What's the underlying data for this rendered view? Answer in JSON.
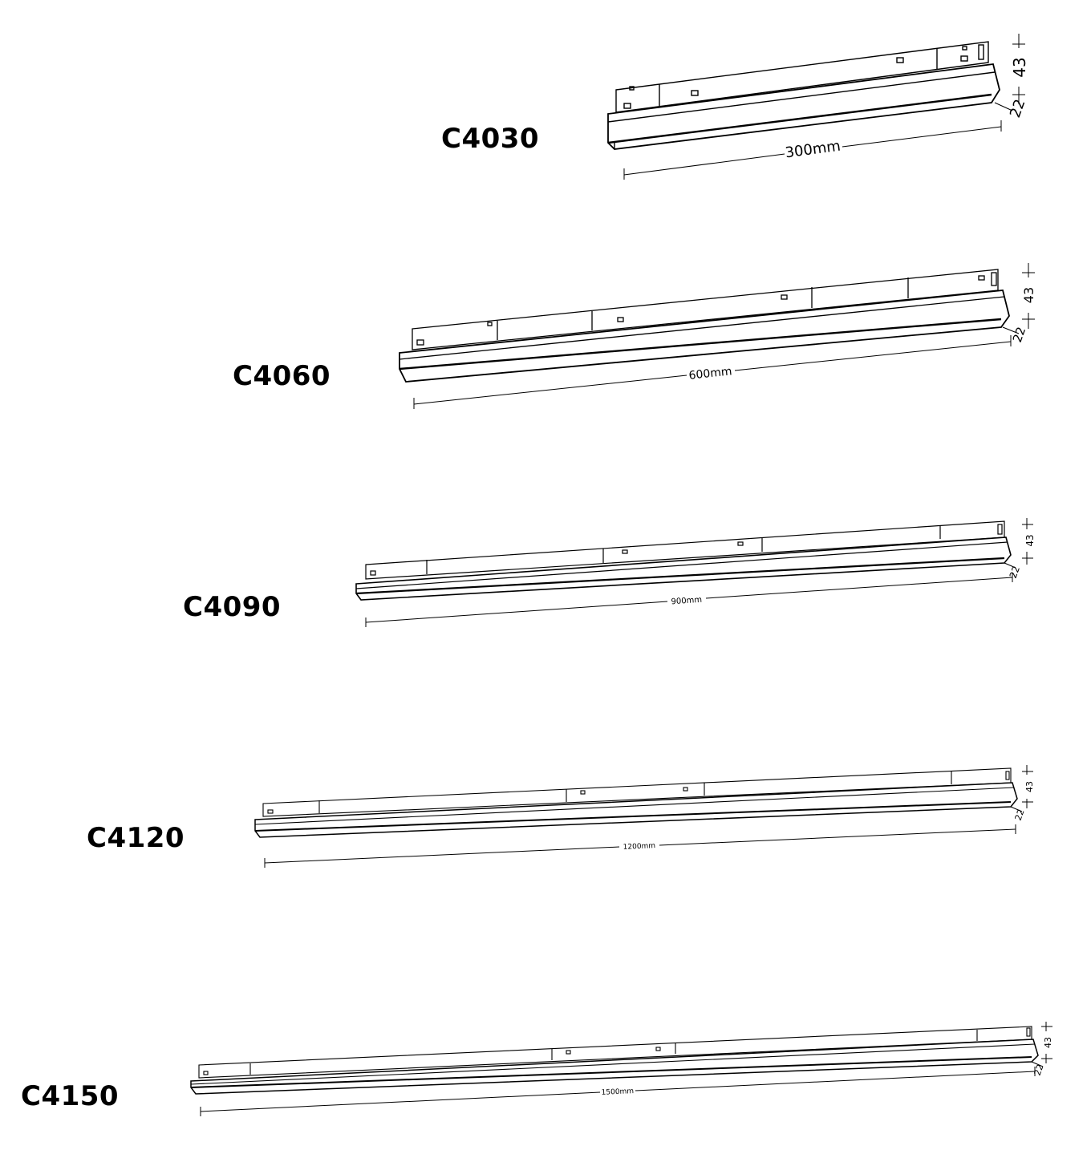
{
  "colors": {
    "line": "#000000",
    "background": "#ffffff"
  },
  "fixtures": [
    {
      "model": "C4030",
      "length_label": "300mm",
      "height_label": "43",
      "depth_label": "22"
    },
    {
      "model": "C4060",
      "length_label": "600mm",
      "height_label": "43",
      "depth_label": "22"
    },
    {
      "model": "C4090",
      "length_label": "900mm",
      "height_label": "43",
      "depth_label": "22"
    },
    {
      "model": "C4120",
      "length_label": "1200mm",
      "height_label": "43",
      "depth_label": "22"
    },
    {
      "model": "C4150",
      "length_label": "1500mm",
      "height_label": "43",
      "depth_label": "22"
    }
  ]
}
